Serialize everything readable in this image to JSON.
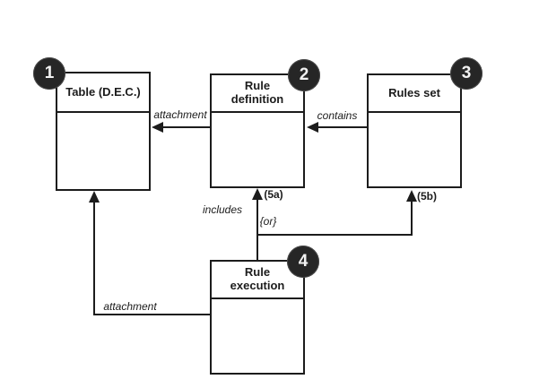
{
  "diagram": {
    "nodes": [
      {
        "badge": "1",
        "title": "Table (D.E.C.)"
      },
      {
        "badge": "2",
        "title": "Rule definition"
      },
      {
        "badge": "3",
        "title": "Rules set"
      },
      {
        "badge": "4",
        "title": "Rule execution"
      }
    ],
    "edges": [
      {
        "from": "Rule definition",
        "to": "Table (D.E.C.)",
        "label": "attachment"
      },
      {
        "from": "Rules set",
        "to": "Rule definition",
        "label": "contains"
      },
      {
        "from": "Rule execution",
        "to": "Rule definition",
        "label": "includes",
        "tag": "(5a)"
      },
      {
        "from": "Rule execution",
        "to": "Rules set",
        "constraint": "{or}",
        "tag": "(5b)"
      },
      {
        "from": "Rule execution",
        "to": "Table (D.E.C.)",
        "label": "attachment"
      }
    ],
    "colors": {
      "line": "#1c1c1c",
      "badge_bg": "#262626",
      "badge_text": "#f2f2f2",
      "box_bg": "#ffffff",
      "background": "#ffffff"
    }
  }
}
